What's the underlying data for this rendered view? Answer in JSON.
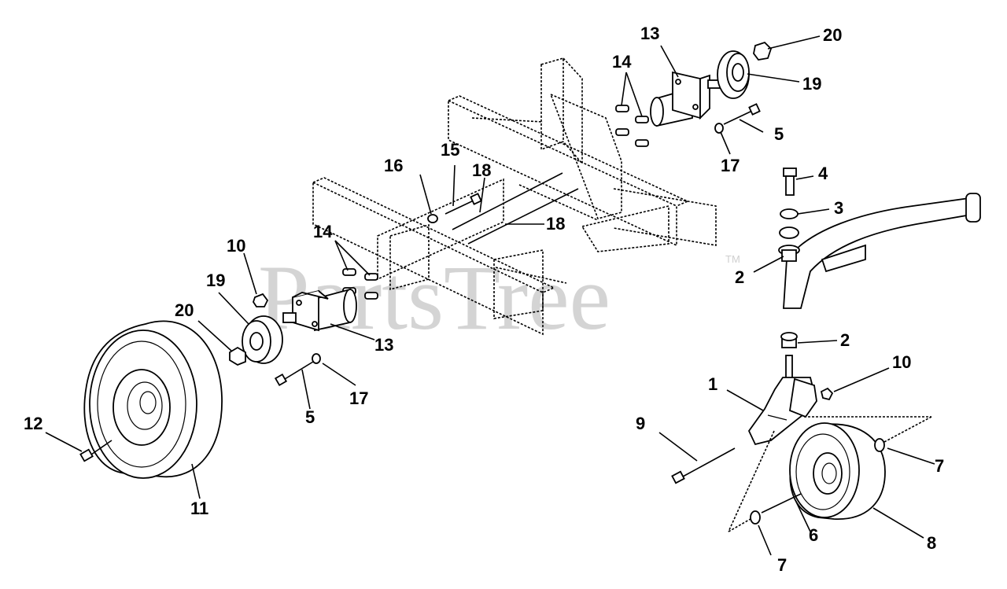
{
  "watermark": {
    "text": "PartsTree",
    "trademark": "TM"
  },
  "callouts": [
    "1",
    "2",
    "2",
    "3",
    "4",
    "5",
    "5",
    "6",
    "7",
    "7",
    "8",
    "9",
    "10",
    "10",
    "11",
    "12",
    "13",
    "13",
    "14",
    "14",
    "15",
    "16",
    "17",
    "17",
    "18",
    "18",
    "19",
    "19",
    "20",
    "20"
  ]
}
